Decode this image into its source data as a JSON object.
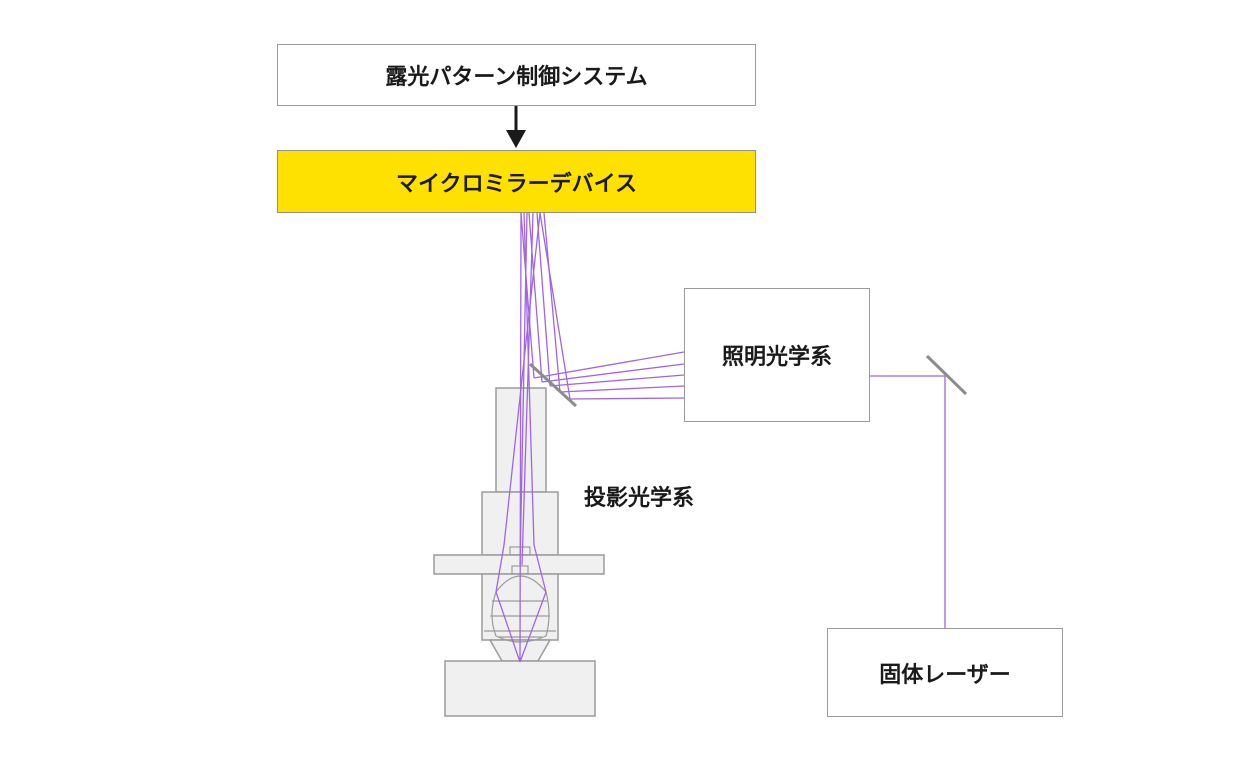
{
  "labels": {
    "exposure_control": "露光パターン制御システム",
    "micromirror": "マイクロミラーデバイス",
    "illumination": "照明光学系",
    "projection": "投影光学系",
    "laser": "固体レーザー"
  },
  "colors": {
    "beam": "#a064e6",
    "micromirror_fill": "#ffe100",
    "outline": "#9b9b9b",
    "mirror": "#8c8c8c",
    "arrow": "#1a1a1a",
    "housing_fill": "#f0f0f0"
  }
}
